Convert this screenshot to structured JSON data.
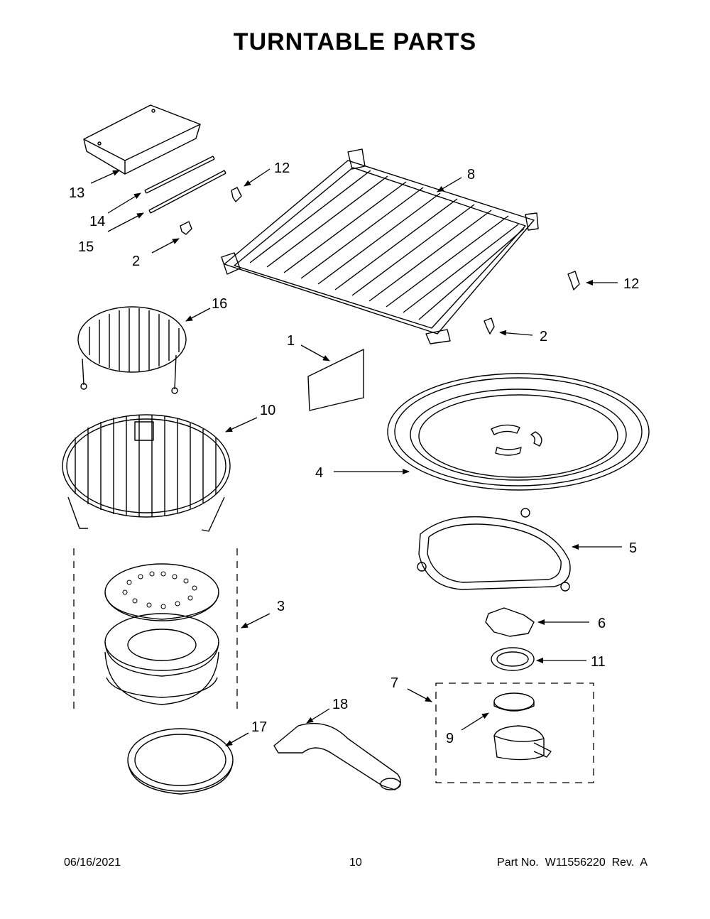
{
  "title": "TURNTABLE PARTS",
  "footer": {
    "date": "06/16/2021",
    "page": "10",
    "part_number": "Part No.  W11556220  Rev.  A"
  },
  "callouts": [
    "13",
    "14",
    "15",
    "2",
    "12",
    "8",
    "12",
    "2",
    "16",
    "1",
    "10",
    "4",
    "5",
    "3",
    "6",
    "11",
    "7",
    "9",
    "18",
    "17"
  ]
}
